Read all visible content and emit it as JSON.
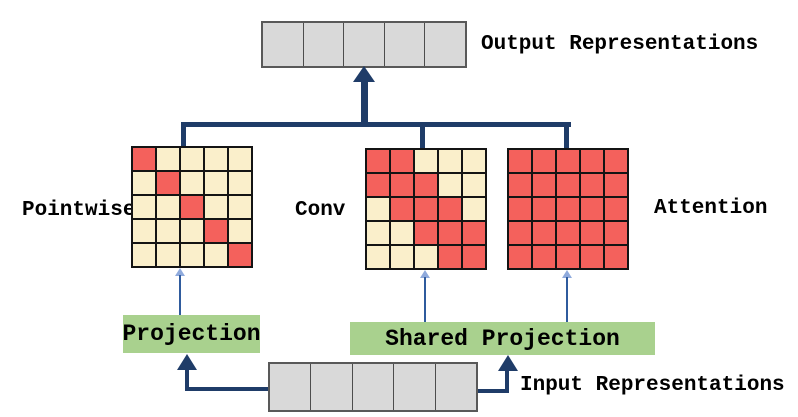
{
  "diagram": {
    "title_hint": "Pointwise / Conv / Attention mixing patterns with shared projection",
    "labels": {
      "output": "Output Representations",
      "input": "Input Representations",
      "pointwise": "Pointwise",
      "conv": "Conv",
      "attention": "Attention",
      "projection": "Projection",
      "shared_projection": "Shared Projection"
    },
    "rows": {
      "output": {
        "cell_count": 5
      },
      "input": {
        "cell_count": 5
      }
    },
    "grids": {
      "pointwise": {
        "rows": 5,
        "cols": 5,
        "pattern": [
          [
            1,
            0,
            0,
            0,
            0
          ],
          [
            0,
            1,
            0,
            0,
            0
          ],
          [
            0,
            0,
            1,
            0,
            0
          ],
          [
            0,
            0,
            0,
            1,
            0
          ],
          [
            0,
            0,
            0,
            0,
            1
          ]
        ]
      },
      "conv": {
        "rows": 5,
        "cols": 5,
        "pattern": [
          [
            1,
            1,
            0,
            0,
            0
          ],
          [
            1,
            1,
            1,
            0,
            0
          ],
          [
            0,
            1,
            1,
            1,
            0
          ],
          [
            0,
            0,
            1,
            1,
            1
          ],
          [
            0,
            0,
            0,
            1,
            1
          ]
        ]
      },
      "attention": {
        "rows": 5,
        "cols": 5,
        "pattern": [
          [
            1,
            1,
            1,
            1,
            1
          ],
          [
            1,
            1,
            1,
            1,
            1
          ],
          [
            1,
            1,
            1,
            1,
            1
          ],
          [
            1,
            1,
            1,
            1,
            1
          ],
          [
            1,
            1,
            1,
            1,
            1
          ]
        ]
      }
    },
    "colors": {
      "active_cell": "#f4615c",
      "inactive_cell": "#faefcb",
      "token_cell": "#d9d9d9",
      "projection_box": "#a9d18e",
      "thick_arrow": "#1f3c68",
      "thin_arrow": "#2f5b9d",
      "thin_arrow_head": "#8faadc"
    }
  }
}
